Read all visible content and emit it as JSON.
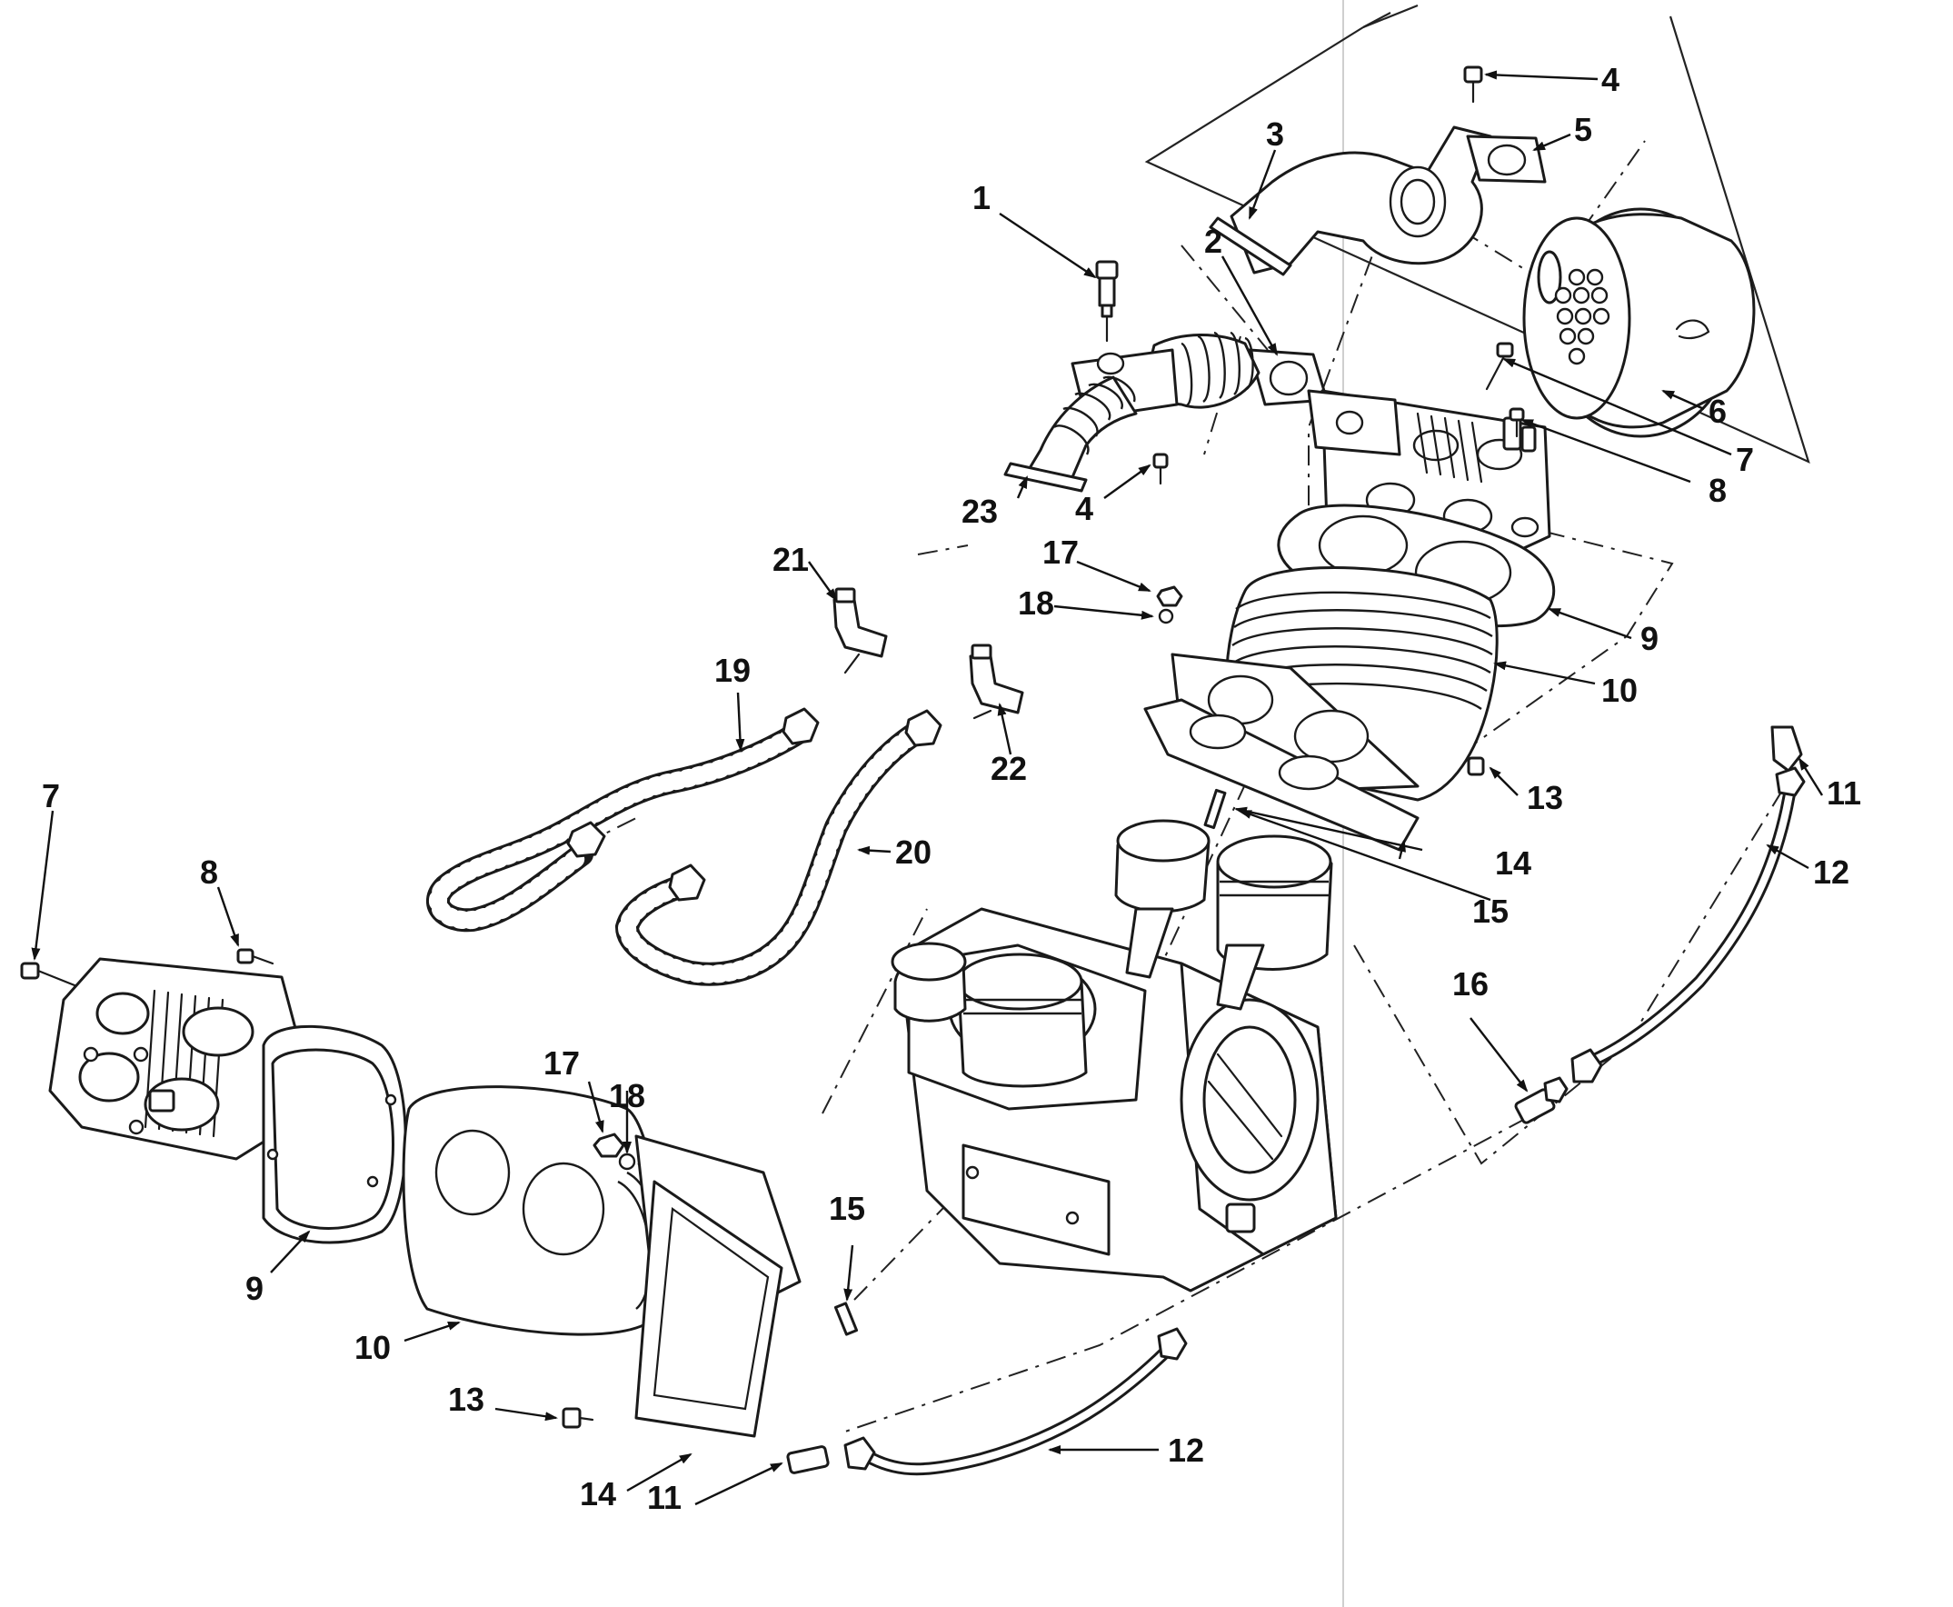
{
  "callouts": [
    {
      "id": "c1",
      "text": "1"
    },
    {
      "id": "c2",
      "text": "2"
    },
    {
      "id": "c3",
      "text": "3"
    },
    {
      "id": "c4a",
      "text": "4"
    },
    {
      "id": "c4b",
      "text": "4"
    },
    {
      "id": "c5",
      "text": "5"
    },
    {
      "id": "c6",
      "text": "6"
    },
    {
      "id": "c7a",
      "text": "7"
    },
    {
      "id": "c7b",
      "text": "7"
    },
    {
      "id": "c8a",
      "text": "8"
    },
    {
      "id": "c8b",
      "text": "8"
    },
    {
      "id": "c9a",
      "text": "9"
    },
    {
      "id": "c9b",
      "text": "9"
    },
    {
      "id": "c10a",
      "text": "10"
    },
    {
      "id": "c10b",
      "text": "10"
    },
    {
      "id": "c11a",
      "text": "11"
    },
    {
      "id": "c11b",
      "text": "11"
    },
    {
      "id": "c12a",
      "text": "12"
    },
    {
      "id": "c12b",
      "text": "12"
    },
    {
      "id": "c13a",
      "text": "13"
    },
    {
      "id": "c13b",
      "text": "13"
    },
    {
      "id": "c14a",
      "text": "14"
    },
    {
      "id": "c14b",
      "text": "14"
    },
    {
      "id": "c15a",
      "text": "15"
    },
    {
      "id": "c15b",
      "text": "15"
    },
    {
      "id": "c16",
      "text": "16"
    },
    {
      "id": "c17a",
      "text": "17"
    },
    {
      "id": "c17b",
      "text": "17"
    },
    {
      "id": "c18a",
      "text": "18"
    },
    {
      "id": "c18b",
      "text": "18"
    },
    {
      "id": "c19",
      "text": "19"
    },
    {
      "id": "c20",
      "text": "20"
    },
    {
      "id": "c21",
      "text": "21"
    },
    {
      "id": "c22",
      "text": "22"
    },
    {
      "id": "c23",
      "text": "23"
    }
  ],
  "colors": {
    "ink": "#1a1a1a",
    "paper": "#ffffff"
  }
}
